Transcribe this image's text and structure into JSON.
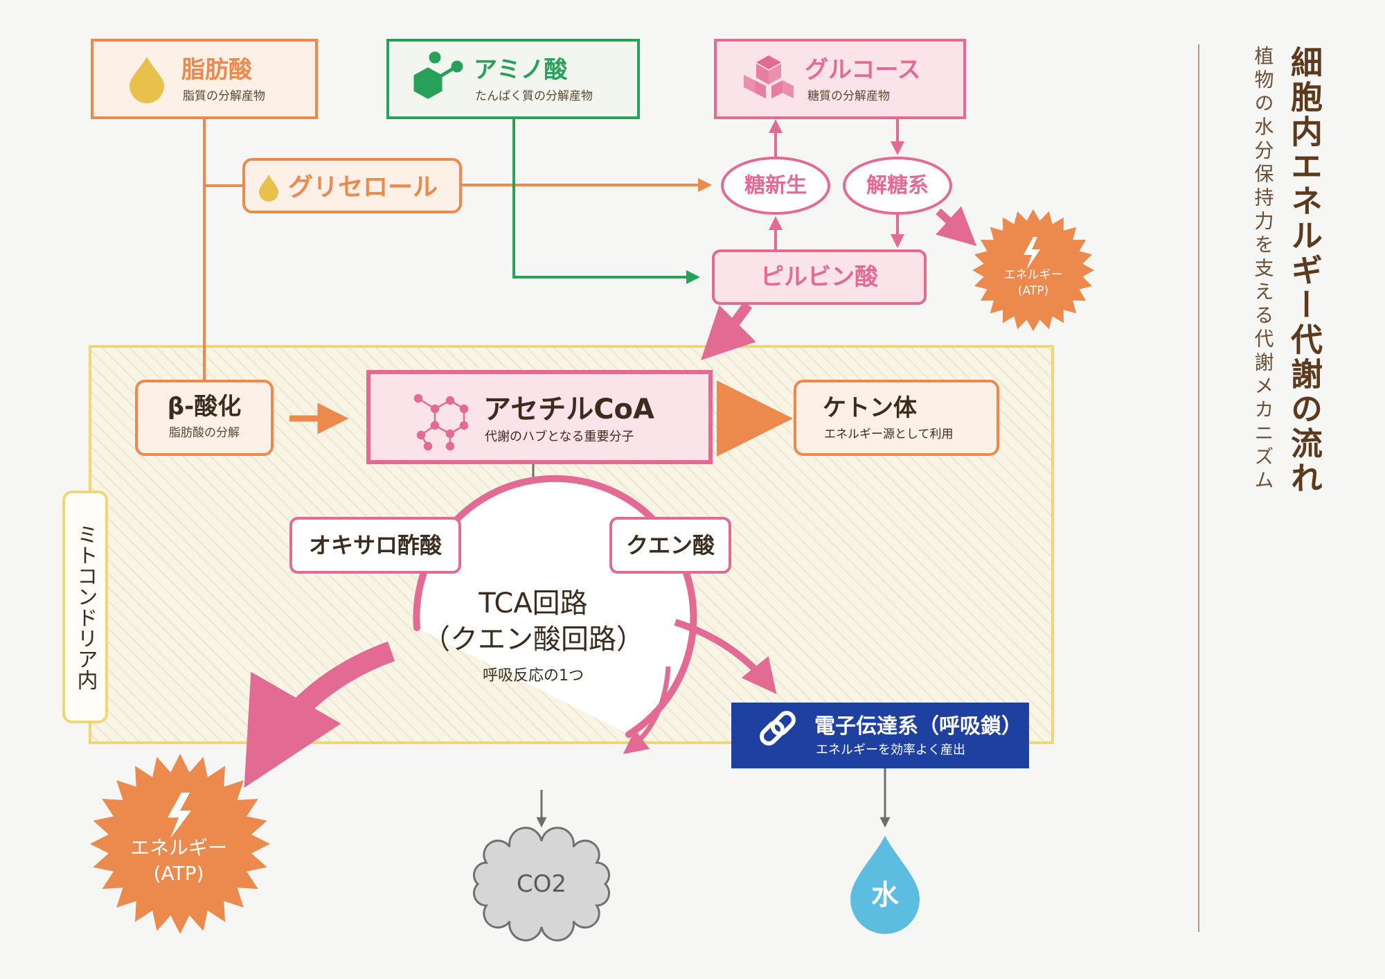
{
  "title": "細胞内エネルギー代謝の流れ",
  "subtitle": "植物の水分保持力を支える代謝メカニズム",
  "colors": {
    "orange": "#ec8a4e",
    "green": "#27a05a",
    "pink": "#e36b93",
    "pink_fill": "#fbe3ea",
    "orange_fill": "#fdf0e6",
    "green_fill": "#f3f6ee",
    "yellow": "#efd776",
    "navy": "#1e40a0",
    "gray": "#6d6d6d",
    "water": "#5cbde0",
    "title_brown": "#5b3a1e"
  },
  "nodes": {
    "fatty_acid": {
      "title": "脂肪酸",
      "sub": "脂質の分解産物",
      "icon": "oil-drop-icon"
    },
    "amino_acid": {
      "title": "アミノ酸",
      "sub": "たんぱく質の分解産物",
      "icon": "molecule-icon"
    },
    "glucose": {
      "title": "グルコース",
      "sub": "糖質の分解産物",
      "icon": "cubes-icon"
    },
    "glycerol": {
      "title": "グリセロール",
      "icon": "oil-drop-icon"
    },
    "gluconeogenesis": {
      "title": "糖新生"
    },
    "glycolysis": {
      "title": "解糖系"
    },
    "pyruvate": {
      "title": "ピルビン酸"
    },
    "beta_oxidation": {
      "title": "β-酸化",
      "sub": "脂肪酸の分解"
    },
    "acetyl_coa": {
      "title": "アセチルCoA",
      "sub": "代謝のハブとなる重要分子",
      "icon": "molecule-network-icon"
    },
    "ketone": {
      "title": "ケトン体",
      "sub": "エネルギー源として利用"
    },
    "mitochondria": {
      "label": "ミトコンドリア内"
    },
    "tca": {
      "line1": "TCA回路",
      "line2": "（クエン酸回路）",
      "sub": "呼吸反応の1つ"
    },
    "oxaloacetate": {
      "title": "オキサロ酢酸"
    },
    "citrate": {
      "title": "クエン酸"
    },
    "etc": {
      "title": "電子伝達系（呼吸鎖）",
      "sub": "エネルギーを効率よく産出",
      "icon": "link-icon"
    },
    "atp_small": {
      "line1": "エネルギー",
      "line2": "(ATP)",
      "icon": "lightning-icon"
    },
    "atp_large": {
      "line1": "エネルギー",
      "line2": "(ATP)",
      "icon": "lightning-icon"
    },
    "co2": {
      "label": "CO2"
    },
    "water": {
      "label": "水"
    }
  }
}
